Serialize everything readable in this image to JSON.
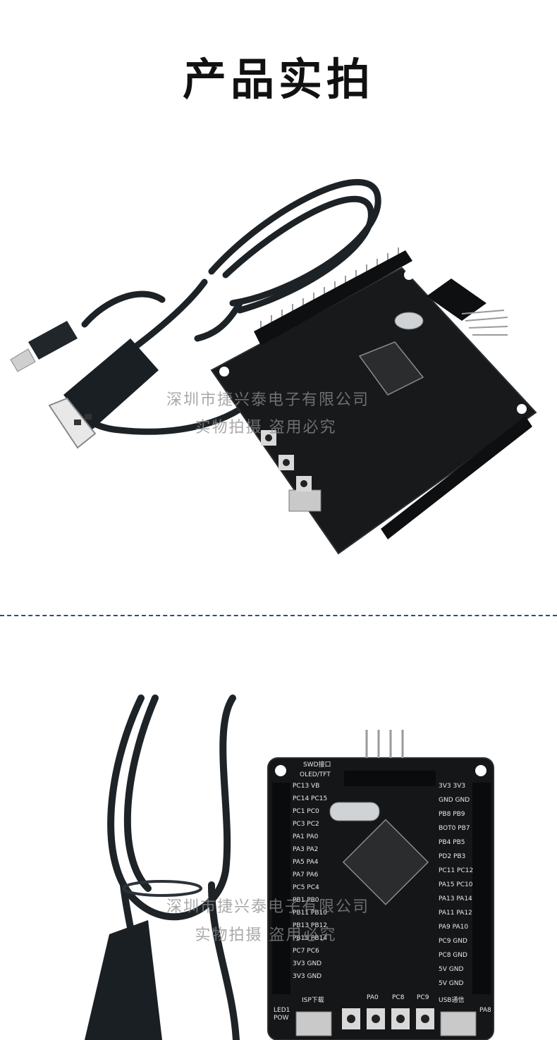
{
  "page": {
    "title": "产品实拍",
    "divider_color": "#2f4a8c"
  },
  "watermark": {
    "line1": "深圳市捷兴泰电子有限公司",
    "line2": "实物拍摄 盗用必究"
  },
  "board2_labels": {
    "swd": "SWD接口",
    "oled": "OLED/TFT",
    "left_pins": [
      "PC13 VB",
      "PC14 PC15",
      "PC1 PC0",
      "PC3 PC2",
      "PA1 PA0",
      "PA3 PA2",
      "PA5 PA4",
      "PA7 PA6",
      "PC5 PC4",
      "PB1 PB0",
      "PB11 PB10",
      "PB13 PB12",
      "PB15 PB14",
      "PC7 PC6",
      "3V3 GND",
      "3V3 GND"
    ],
    "right_pins": [
      "3V3 3V3",
      "GND GND",
      "PB8 PB9",
      "BOT0 PB7",
      "PB4 PB5",
      "PD2 PB3",
      "PC11 PC12",
      "PA15 PC10",
      "PA13 PA14",
      "PA11 PA12",
      "PA9 PA10",
      "PC9 GND",
      "PC8 GND",
      "5V GND",
      "5V GND"
    ],
    "isp": "ISP下载",
    "usb": "USB通信",
    "buttons": [
      "PA0",
      "PC8",
      "PC9"
    ],
    "led": "LED1",
    "pow": "POW",
    "pa8": "PA8"
  }
}
